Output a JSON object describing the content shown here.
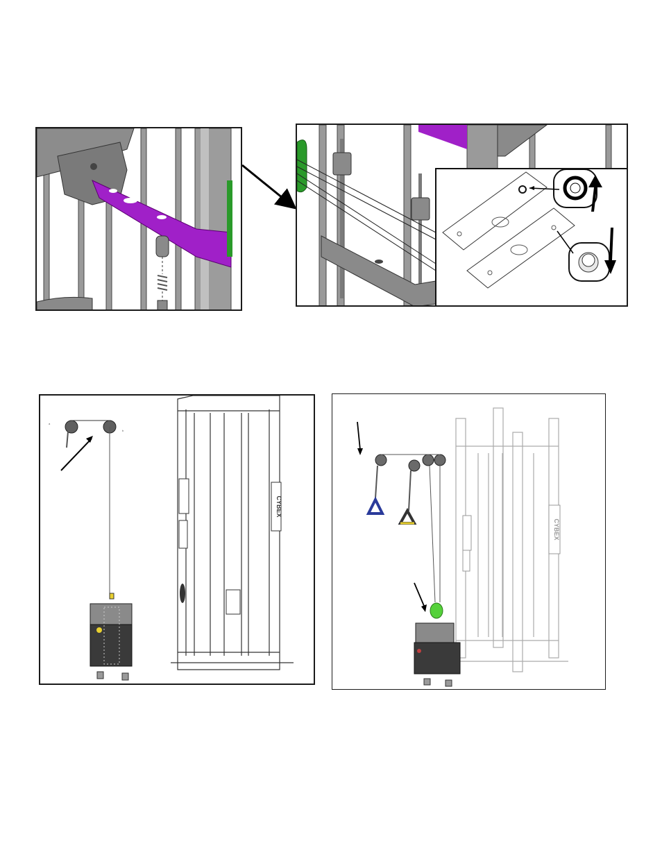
{
  "figures": [
    {
      "id": "fig-a",
      "description_name": "pulley-bracket-closeup"
    },
    {
      "id": "fig-b",
      "description_name": "weight-stack-guide-rods"
    },
    {
      "id": "fig-c",
      "description_name": "single-stack-cable-routing"
    },
    {
      "id": "fig-d",
      "description_name": "dual-handle-cable-routing"
    }
  ],
  "brand_mark": "CYBEX",
  "colors": {
    "purple": "#a020c8",
    "green": "#2a9a2a",
    "bright_green": "#55d13a",
    "metal": "#8a8a8a",
    "metal_dark": "#5f5f5f",
    "metal_light": "#b8b8b8",
    "blue_handle": "#2a3a9a",
    "yellow": "#e8d030"
  }
}
